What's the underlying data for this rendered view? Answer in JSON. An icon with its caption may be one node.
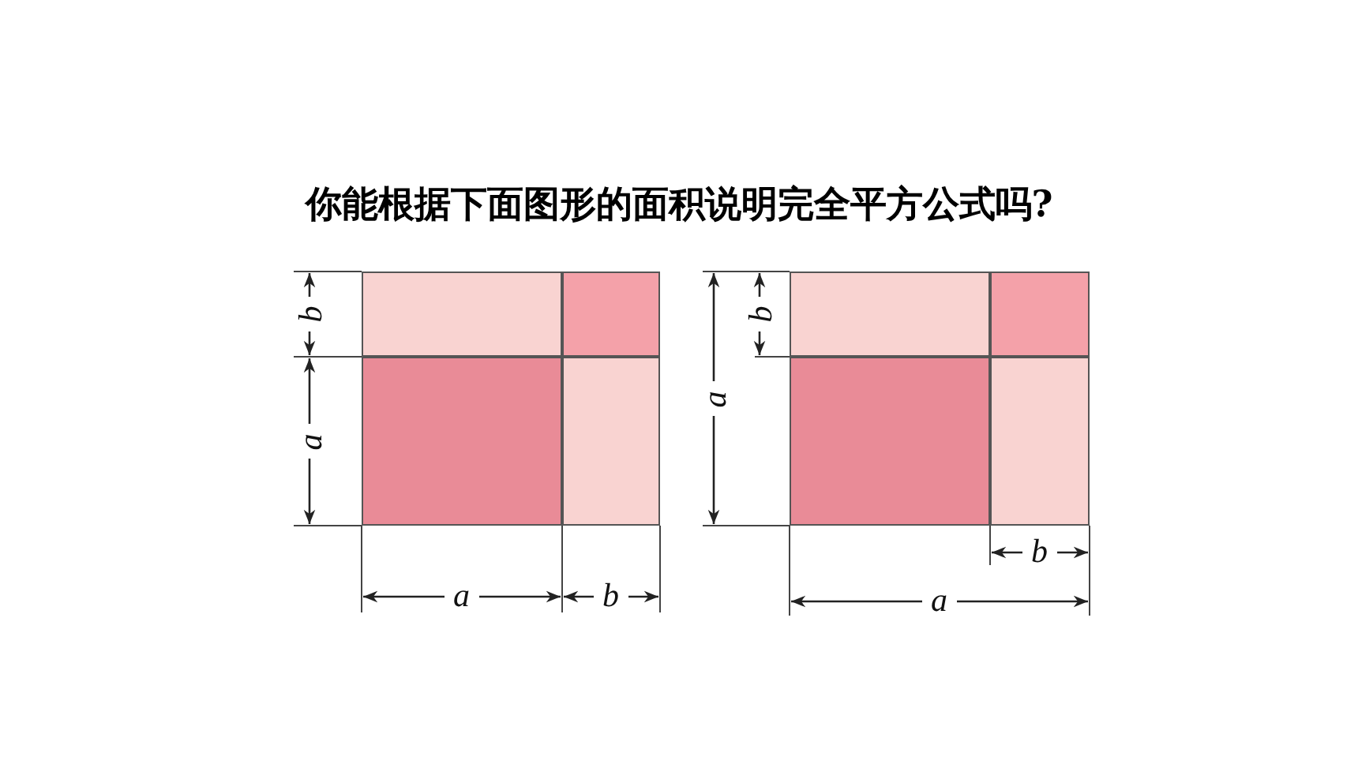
{
  "diagram": {
    "title": "你能根据下面图形的面积说明完全平方公式吗?",
    "nodes": [
      {
        "text": [],
        "shape": "box"
      },
      {
        "text": [],
        "shape": "box"
      },
      {
        "text": [],
        "shape": "box"
      },
      {
        "text": [],
        "shape": "box"
      },
      {
        "text": [],
        "shape": "box"
      },
      {
        "text": [],
        "shape": "box"
      },
      {
        "text": [],
        "shape": "box"
      },
      {
        "text": [],
        "shape": "box"
      }
    ],
    "edges": [],
    "labels": [
      "b",
      "a",
      "a",
      "b",
      "a",
      "b",
      "b",
      "a"
    ]
  }
}
